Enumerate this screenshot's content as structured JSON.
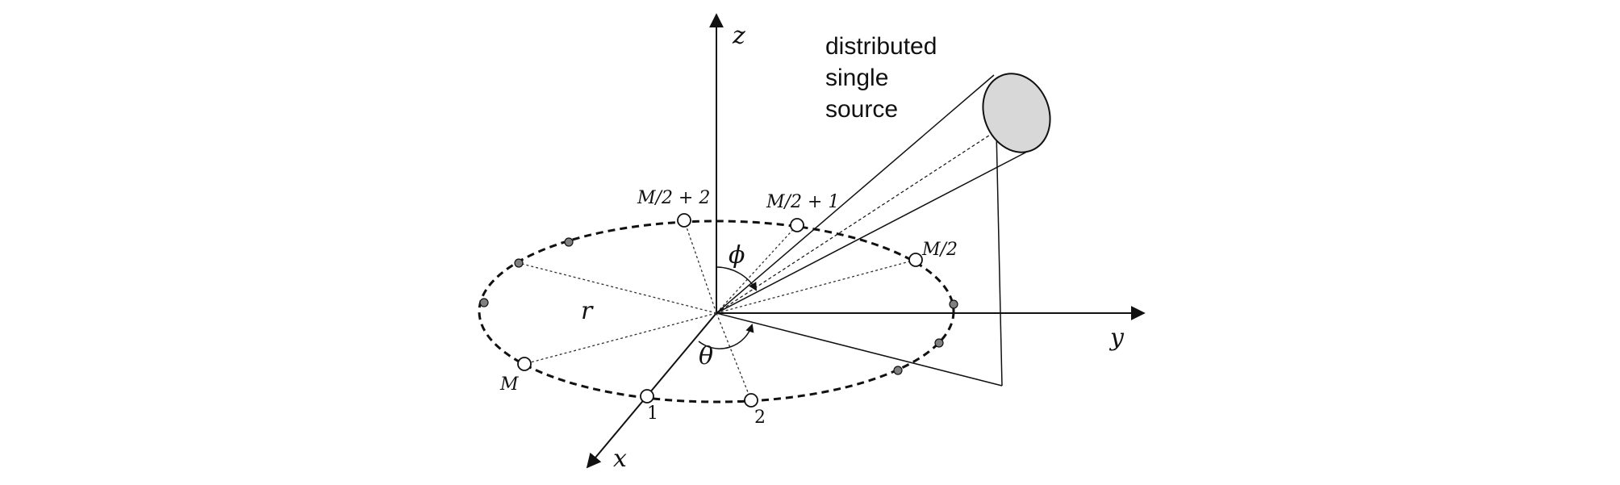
{
  "axes": {
    "x": "x",
    "y": "y",
    "z": "z"
  },
  "symbols": {
    "radius": "r",
    "azimuth": "θ",
    "elevation": "ϕ"
  },
  "source": {
    "label_lines": [
      "distributed",
      "single",
      "source"
    ]
  },
  "array_labels": {
    "m_half_plus_2": "M/2 + 2",
    "m_half_plus_1": "M/2 + 1",
    "m_half": "M/2",
    "m": "M",
    "one": "1",
    "two": "2"
  },
  "colors": {
    "line": "#111111",
    "open_element": "#ffffff",
    "filled_element": "#808080",
    "source_face": "#d8d8d8"
  }
}
